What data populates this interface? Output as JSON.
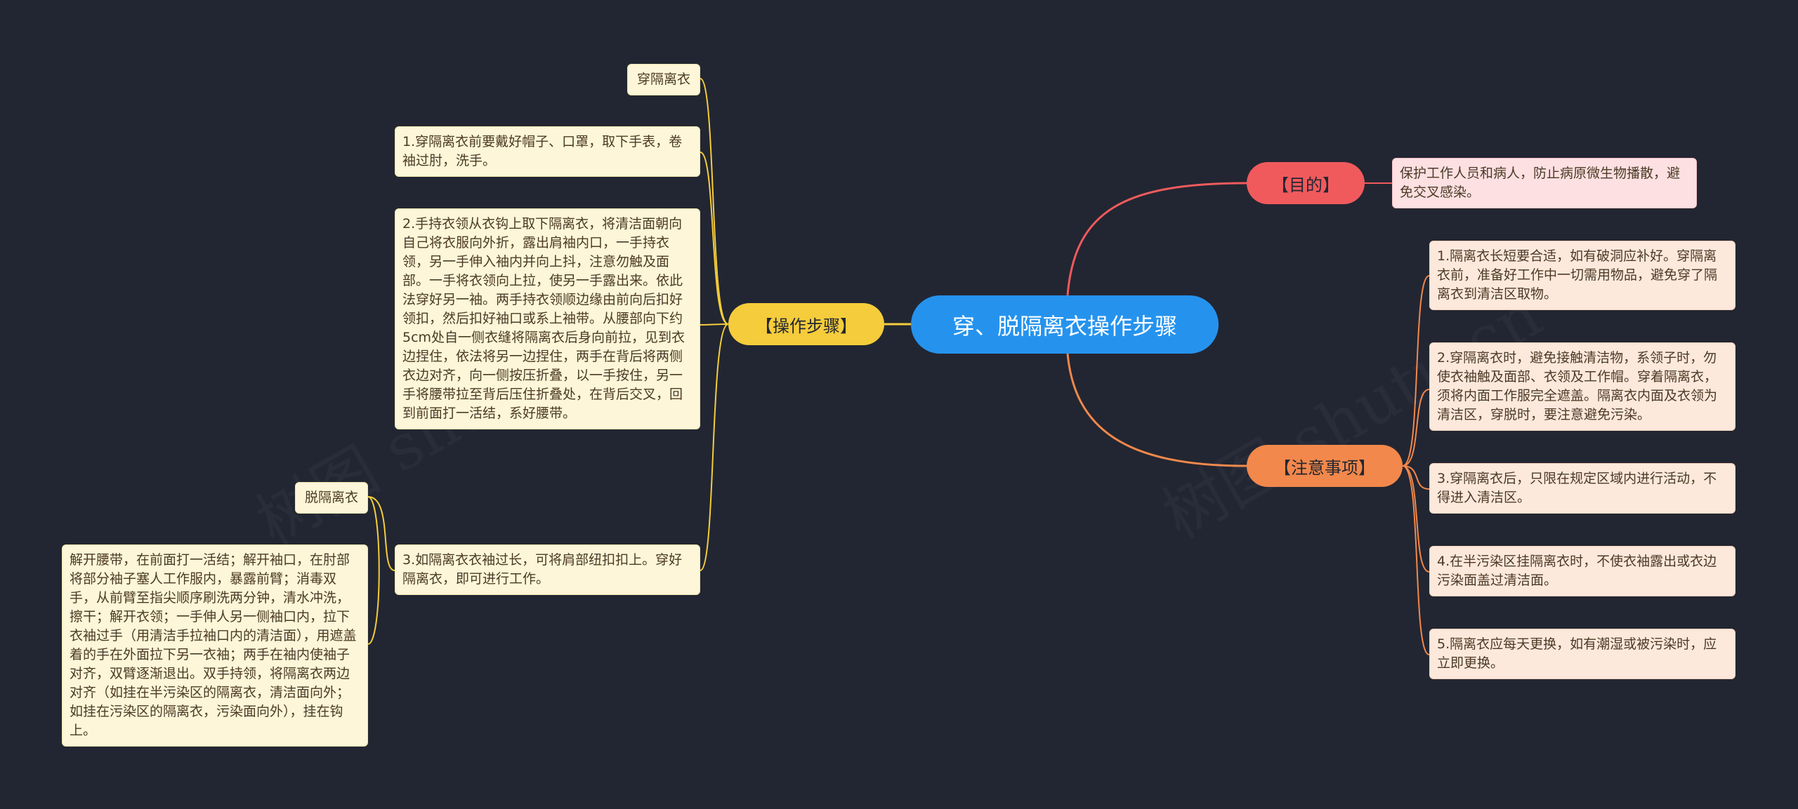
{
  "root": {
    "title": "穿、脱隔离衣操作步骤"
  },
  "purpose": {
    "label": "【目的】",
    "text": "保护工作人员和病人，防止病原微生物播散，避免交叉感染。"
  },
  "notes": {
    "label": "【注意事项】",
    "items": [
      "1.隔离衣长短要合适，如有破洞应补好。穿隔离衣前，准备好工作中一切需用物品，避免穿了隔离衣到清洁区取物。",
      "2.穿隔离衣时，避免接触清洁物，系领子时，勿使衣袖触及面部、衣领及工作帽。穿着隔离衣，须将内面工作服完全遮盖。隔离衣内面及衣领为清洁区，穿脱时，要注意避免污染。",
      "3.穿隔离衣后，只限在规定区域内进行活动，不得进入清洁区。",
      "4.在半污染区挂隔离衣时，不使衣袖露出或衣边污染面盖过清洁面。",
      "5.隔离衣应每天更换，如有潮湿或被污染时，应立即更换。"
    ]
  },
  "steps": {
    "label": "【操作步骤】",
    "don_label": "穿隔离衣",
    "step1": "1.穿隔离衣前要戴好帽子、口罩，取下手表，卷袖过肘，洗手。",
    "step2": "2.手持衣领从衣钩上取下隔离衣，将清洁面朝向自己将衣服向外折，露出肩袖内口，一手持衣领，另一手伸入袖内并向上抖，注意勿触及面部。一手将衣领向上拉，使另一手露出来。依此法穿好另一袖。两手持衣领顺边缘由前向后扣好领扣，然后扣好袖口或系上袖带。从腰部向下约5cm处自一侧衣缝将隔离衣后身向前拉，见到衣边捏住，依法将另一边捏住，两手在背后将两侧衣边对齐，向一侧按压折叠，以一手按住，另一手将腰带拉至背后压住折叠处，在背后交叉，回到前面打一活结，系好腰带。",
    "step3": "3.如隔离衣衣袖过长，可将肩部纽扣扣上。穿好隔离衣，即可进行工作。",
    "doff_label": "脱隔离衣",
    "doff_text": "解开腰带，在前面打一活结；解开袖口，在肘部将部分袖子塞人工作服内，暴露前臂；消毒双手，从前臂至指尖顺序刷洗两分钟，清水冲洗，擦干；解开衣领；一手伸人另一侧袖口内，拉下衣袖过手（用清洁手拉袖口内的清洁面），用遮盖着的手在外面拉下另一衣袖；两手在袖内使袖子对齐，双臂逐渐退出。双手持领，将隔离衣两边对齐（如挂在半污染区的隔离衣，清洁面向外；如挂在污染区的隔离衣，污染面向外），挂在钩上。"
  },
  "colors": {
    "background": "#222632",
    "root": "#2593ee",
    "purpose": "#f05a5d",
    "notes": "#f2884b",
    "steps": "#f5cc3b"
  }
}
